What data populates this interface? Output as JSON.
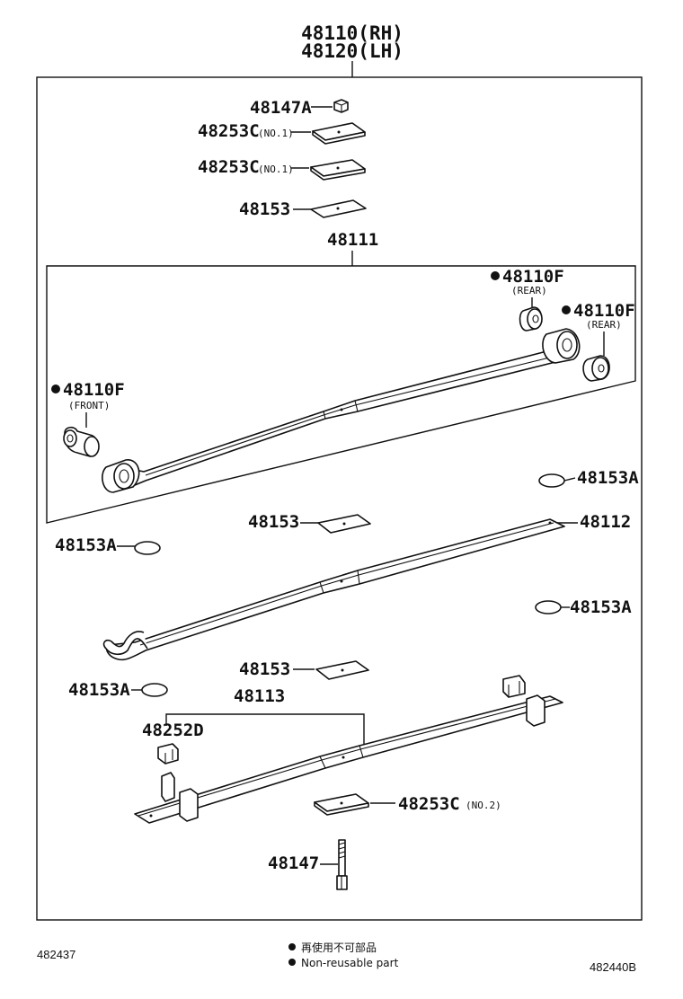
{
  "header": {
    "rh": "48110(RH)",
    "lh": "48120(LH)"
  },
  "parts": {
    "p48147A": "48147A",
    "p48253C_a": "48253C",
    "p48253C_a_sub": "(NO.1)",
    "p48253C_b": "48253C",
    "p48253C_b_sub": "(NO.1)",
    "p48153_top": "48153",
    "p48111": "48111",
    "bush_rear_1": "48110F",
    "bush_rear_1_sub": "(REAR)",
    "bush_rear_2": "48110F",
    "bush_rear_2_sub": "(REAR)",
    "bush_front": "48110F",
    "bush_front_sub": "(FRONT)",
    "p48153A_r1": "48153A",
    "p48153_mid": "48153",
    "p48112": "48112",
    "p48153A_l1": "48153A",
    "p48153A_r2": "48153A",
    "p48153_low": "48153",
    "p48153A_l2": "48153A",
    "p48113": "48113",
    "p48252D": "48252D",
    "p48253C_c": "48253C",
    "p48253C_c_sub": "(NO.2)",
    "p48147": "48147"
  },
  "footer": {
    "left_code": "482437",
    "legend_jp": "再使用不可部品",
    "legend_en": "Non-reusable part",
    "right_code": "482440B"
  }
}
